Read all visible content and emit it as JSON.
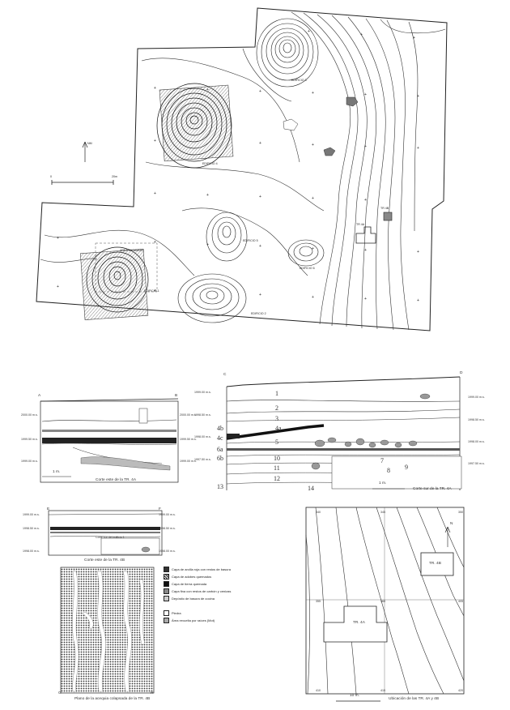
{
  "site_plan": {
    "structure_labels": [
      "EDIFICIO 3",
      "EDIFICIO 4",
      "EDIFICIO 5",
      "EDIFICIO 6",
      "EDIFICIO 1",
      "EDIFICIO 2",
      "EDIFICIO 7",
      "AREA EXCAVADA"
    ],
    "trench_labels": [
      "TR 4A",
      "TR 4B"
    ],
    "scale_start": "0",
    "scale_end": "20m",
    "north_label": "NM"
  },
  "section_4a": {
    "caption": "Corte este de la TR. 4A",
    "corner_left": "A",
    "corner_right": "B",
    "datum_left": [
      "2000.00 m.s.",
      "1999.50 m.s.",
      "1999.00 m.s."
    ],
    "datum_right": [
      "2000.00 m.s.",
      "1999.50 m.s.",
      "1999.00 m.s."
    ],
    "scale": "1 m."
  },
  "section_main": {
    "caption": "Corte sur de la TR. 4A",
    "corner_left": "C",
    "corner_right": "D",
    "datum_left": [
      "1999.00 m.s.",
      "1998.50 m.s.",
      "1998.00 m.s.",
      "1997.50 m.s."
    ],
    "datum_right": [
      "1999.00 m.s.",
      "1998.50 m.s.",
      "1998.00 m.s.",
      "1997.50 m.s."
    ],
    "layers": [
      "1",
      "2",
      "3",
      "4a",
      "4b",
      "4c",
      "5",
      "6a",
      "6b",
      "10",
      "11",
      "12",
      "13",
      "7",
      "8",
      "9",
      "14"
    ],
    "scale": "1 m."
  },
  "section_4b": {
    "caption": "Corte este de la TR. 4B",
    "inner_label": "Corte sur del edificio 1",
    "corner_left": "E",
    "corner_right": "F",
    "datum_left": [
      "1999.00 m.s.",
      "1998.50 m.s.",
      "1998.00 m.s."
    ],
    "datum_right": [
      "1999.00 m.s.",
      "1998.50 m.s.",
      "1998.00 m.s."
    ]
  },
  "legend": {
    "items": [
      "Capa de arcilla roja con restos de basura",
      "Capa de adobes quemados",
      "Capa de tierra quemada",
      "Capa fina con restos de carbón y cenizas",
      "Depósito de basura de cocina",
      "Piedra",
      "Área revuelta por raíces (Mot)"
    ]
  },
  "texture_plan": {
    "caption": "Plano de la acequia colapsada de la TR. 4B",
    "corner_left": "G",
    "corner_right": "H"
  },
  "detail_plan": {
    "caption": "Ubicación de las TR. 4A y 4B",
    "trench_a": "TR. 4A",
    "trench_b": "TR. 4B",
    "scale": "10 m.",
    "north_label": "N",
    "grid_labels": [
      "340",
      "345",
      "350",
      "355",
      "360",
      "405",
      "410",
      "415",
      "420"
    ]
  }
}
